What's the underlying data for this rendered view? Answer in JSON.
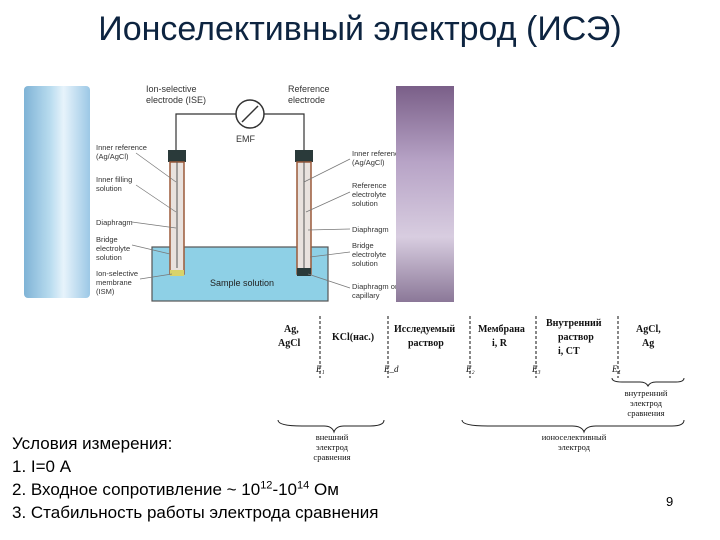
{
  "title": "Ионселективный электрод (ИСЭ)",
  "diagram": {
    "ise_label": [
      "Ion-selective",
      "electrode (ISE)"
    ],
    "ref_label": [
      "Reference",
      "electrode"
    ],
    "emf": "EMF",
    "sample": "Sample solution",
    "left_callouts": [
      [
        "Inner reference",
        "(Ag/AgCl)"
      ],
      [
        "Inner filling",
        "solution"
      ],
      [
        "Diaphragm"
      ],
      [
        "Bridge",
        "electrolyte",
        "solution"
      ],
      [
        "Ion-selective",
        "membrane",
        "(ISM)"
      ]
    ],
    "right_callouts": [
      [
        "Inner reference",
        "(Ag/AgCl)"
      ],
      [
        "Reference",
        "electrolyte",
        "solution"
      ],
      [
        "Diaphragm"
      ],
      [
        "Bridge",
        "electrolyte",
        "solution"
      ],
      [
        "Diaphragm or",
        "capillary"
      ]
    ]
  },
  "scheme": {
    "cells": [
      [
        "Ag,",
        "AgCl"
      ],
      [
        "KCl(нас.)"
      ],
      [
        "Исследуемый",
        "раствор"
      ],
      [
        "Мембрана",
        "i, R"
      ],
      [
        "Внутренний",
        "раствор",
        "i, CT"
      ],
      [
        "AgCl,",
        "Ag"
      ]
    ],
    "potentials": [
      "E₁",
      "E_d",
      "E₂",
      "E₃",
      "E₄"
    ],
    "labels": {
      "external": [
        "внешний",
        "электрод",
        "сравнения"
      ],
      "ion_selective": [
        "ионоселективный",
        "электрод"
      ],
      "internal": [
        "внутренний",
        "электрод",
        "сравнения"
      ]
    }
  },
  "conditions": {
    "heading": "Условия измерения:",
    "item1": "1. I=0 А",
    "item2_prefix": "2. Входное сопротивление ~ 10",
    "item2_exp1": "12",
    "item2_mid": "-10",
    "item2_exp2": "14",
    "item2_suffix": " Ом",
    "item3": "3. Стабильность работы электрода сравнения"
  },
  "page_number": "9"
}
